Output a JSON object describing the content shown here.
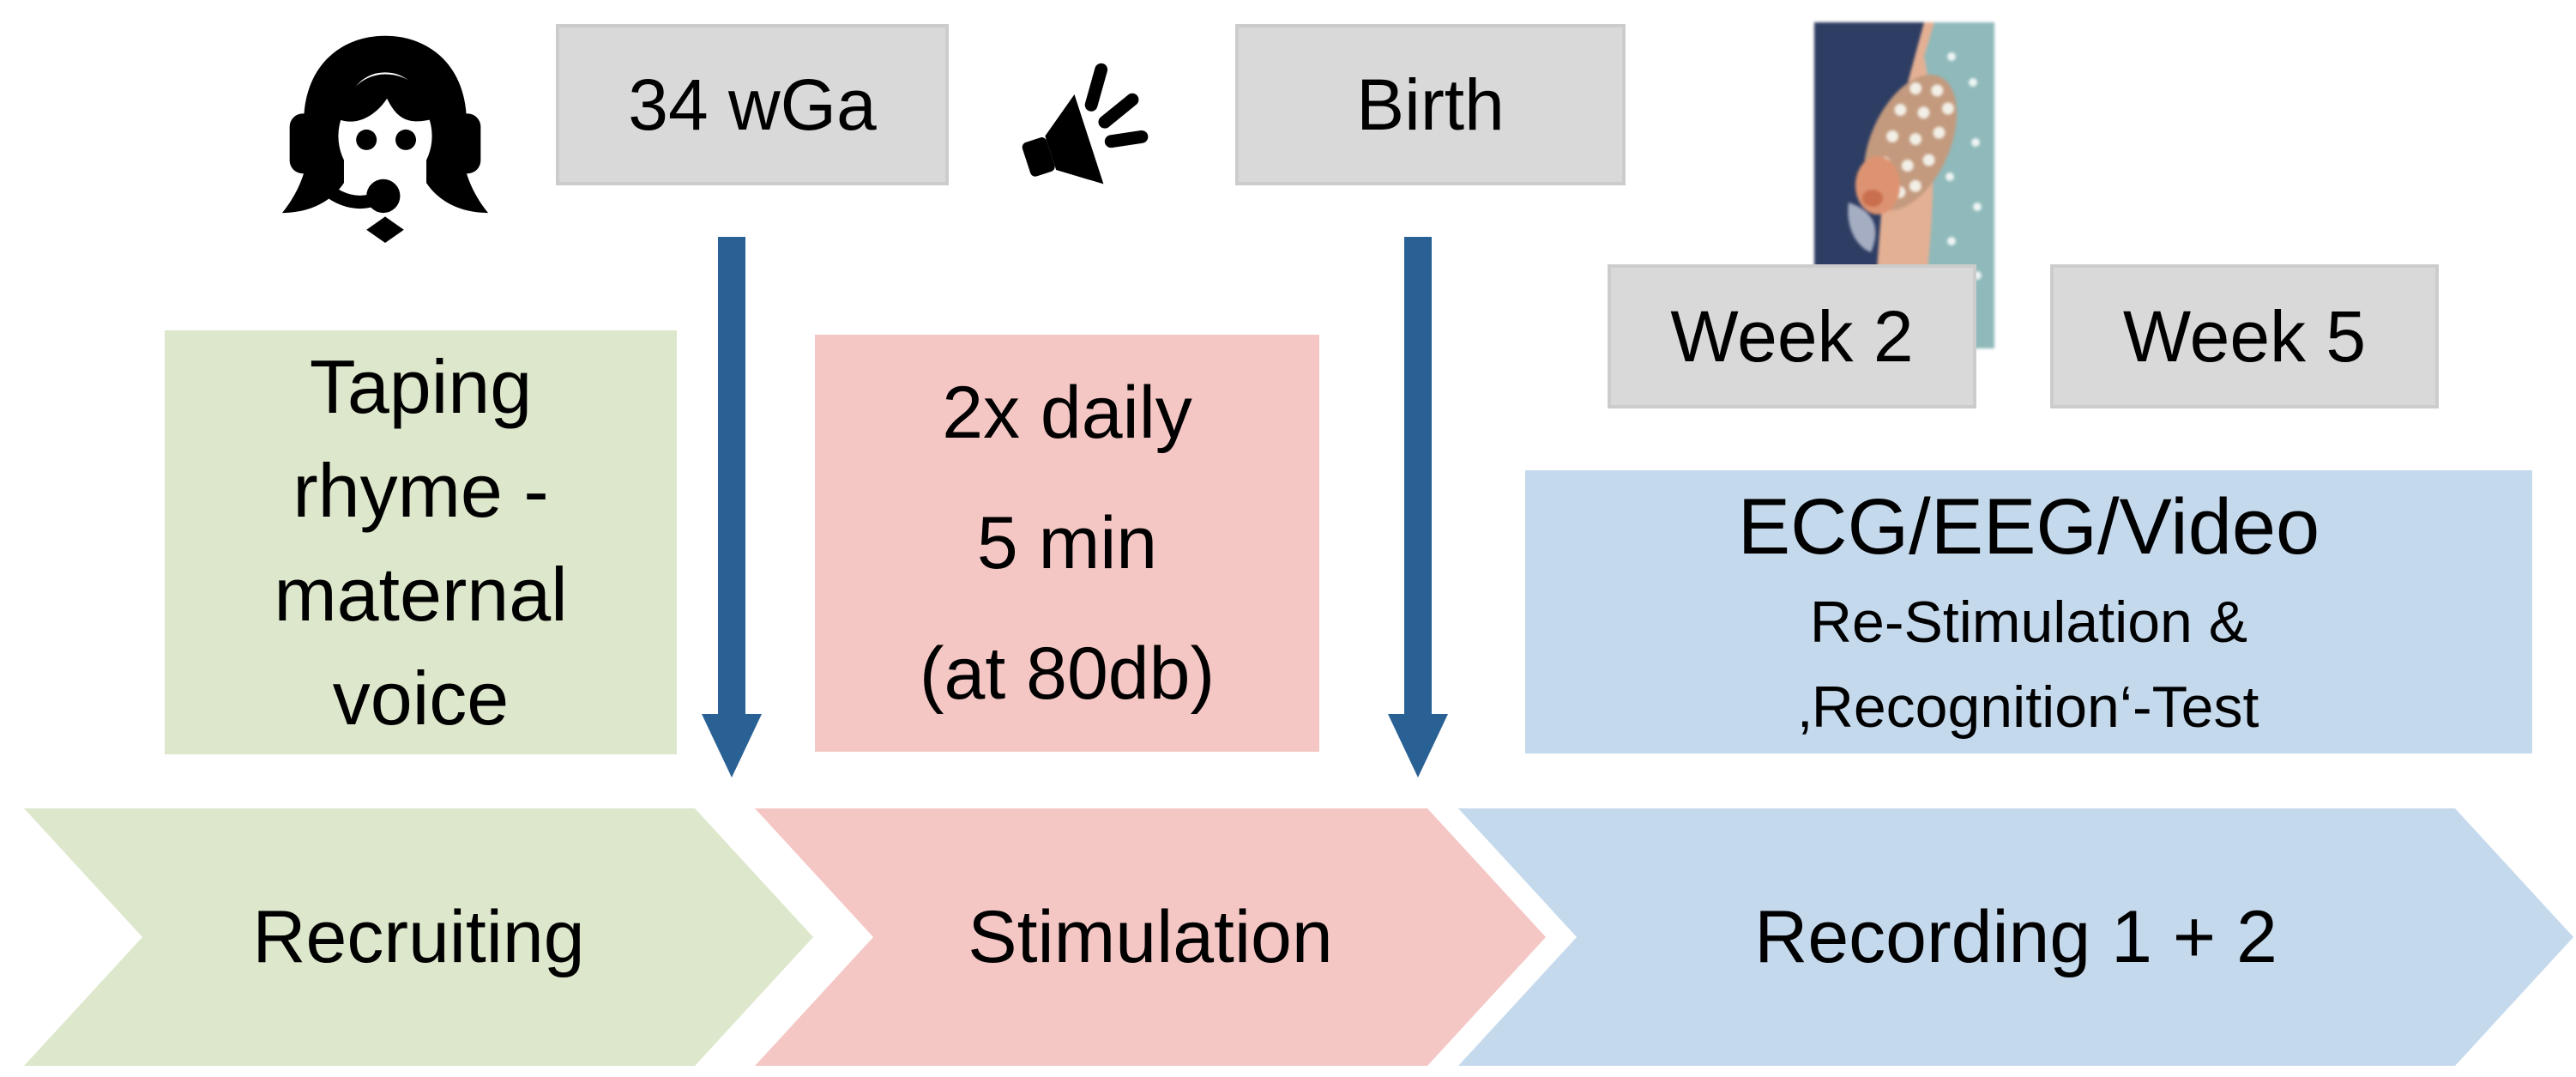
{
  "labels": {
    "wga": "34 wGa",
    "birth": "Birth",
    "week2": "Week 2",
    "week5": "Week 5"
  },
  "taping_box": {
    "line1": "Taping",
    "line2": "rhyme -",
    "line3": "maternal",
    "line4": "voice"
  },
  "stimulation_box": {
    "line1": "2x daily",
    "line2": "5 min",
    "line3": "(at 80db)"
  },
  "recording_box": {
    "line1": "ECG/EEG/Video",
    "line2": "Re-Stimulation &",
    "line3": "‚Recognition‘-Test"
  },
  "stages": {
    "recruiting": "Recruiting",
    "stimulation": "Stimulation",
    "recording": "Recording 1 + 2"
  },
  "icons": {
    "headset_person": "headset-operator-icon",
    "loudspeaker": "loudspeaker-icon",
    "infant_photo": "infant-eeg-photo"
  },
  "palette": {
    "green": "#dce7cb",
    "pink": "#f4c7c5",
    "blue": "#c5d9ed",
    "gray_label": "#d9d9d9",
    "arrow_blue": "#2a6195",
    "text": "#000000"
  }
}
